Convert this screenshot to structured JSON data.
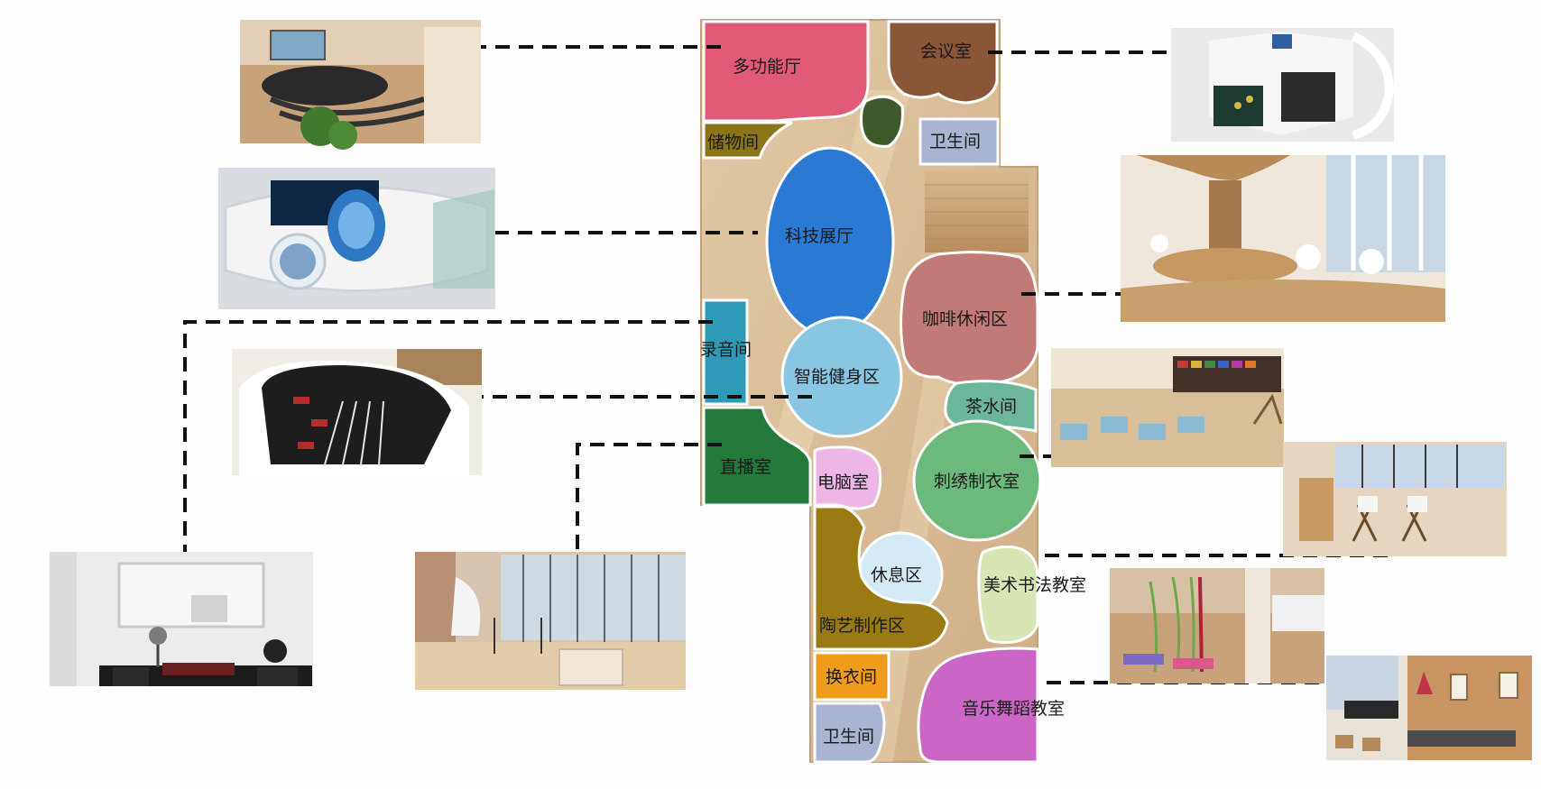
{
  "diagram": {
    "zones": [
      {
        "id": "duogongneng",
        "label": "多功能厅",
        "color": "#e15a78"
      },
      {
        "id": "huiyi",
        "label": "会议室",
        "color": "#8a5638"
      },
      {
        "id": "chuwu",
        "label": "储物间",
        "color": "#8c7418"
      },
      {
        "id": "weisheng1",
        "label": "卫生间",
        "color": "#a9b4d2"
      },
      {
        "id": "keji",
        "label": "科技展厅",
        "color": "#2a79d2"
      },
      {
        "id": "kafei",
        "label": "咖啡休闲区",
        "color": "#c27a76"
      },
      {
        "id": "luyin",
        "label": "录音间",
        "color": "#2d9bb8"
      },
      {
        "id": "jianshen",
        "label": "智能健身区",
        "color": "#88c6e2"
      },
      {
        "id": "chashui",
        "label": "茶水间",
        "color": "#6cb79c"
      },
      {
        "id": "zhibo",
        "label": "直播室",
        "color": "#237a3a"
      },
      {
        "id": "diannao",
        "label": "电脑室",
        "color": "#eeb6e6"
      },
      {
        "id": "cixiu",
        "label": "刺绣制衣室",
        "color": "#6cb97c"
      },
      {
        "id": "xiuxi",
        "label": "休息区",
        "color": "#d4ebf6"
      },
      {
        "id": "meishu",
        "label": "美术书法教室",
        "color": "#d7e6b4"
      },
      {
        "id": "taoyi",
        "label": "陶艺制作区",
        "color": "#9a7a12"
      },
      {
        "id": "huanyi",
        "label": "换衣间",
        "color": "#ef9b1c"
      },
      {
        "id": "yinyue",
        "label": "音乐舞蹈教室",
        "color": "#cb66c6"
      },
      {
        "id": "weisheng2",
        "label": "卫生间",
        "color": "#a9b4d2"
      }
    ],
    "photos": [
      {
        "id": "multipurpose-hall",
        "icon": "auditorium-photo"
      },
      {
        "id": "science-exhibit",
        "icon": "exhibit-photo"
      },
      {
        "id": "fitness-area",
        "icon": "fitness-photo"
      },
      {
        "id": "recording-booth",
        "icon": "recording-photo"
      },
      {
        "id": "livestream-studio",
        "icon": "studio-photo"
      },
      {
        "id": "meeting-room",
        "icon": "meeting-photo"
      },
      {
        "id": "cafe-lounge",
        "icon": "cafe-photo"
      },
      {
        "id": "embroidery-room",
        "icon": "workshop-photo"
      },
      {
        "id": "art-classroom",
        "icon": "art-photo"
      },
      {
        "id": "dance-studio",
        "icon": "dance-photo"
      },
      {
        "id": "music-classroom",
        "icon": "music-photo"
      }
    ]
  }
}
